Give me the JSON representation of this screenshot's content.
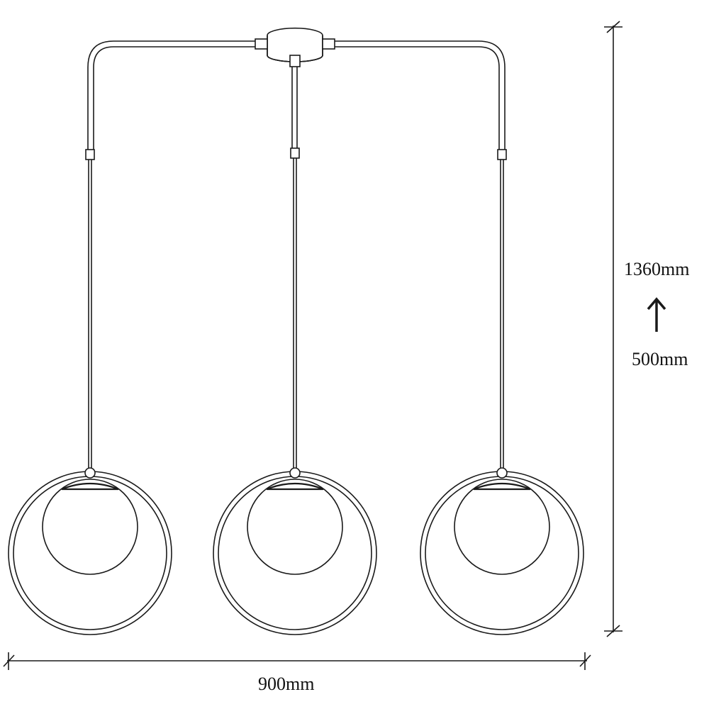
{
  "dimensions": {
    "height_max": "1360mm",
    "height_min": "500mm",
    "width": "900mm"
  },
  "colors": {
    "line": "#1a1a1a",
    "background": "#ffffff"
  }
}
